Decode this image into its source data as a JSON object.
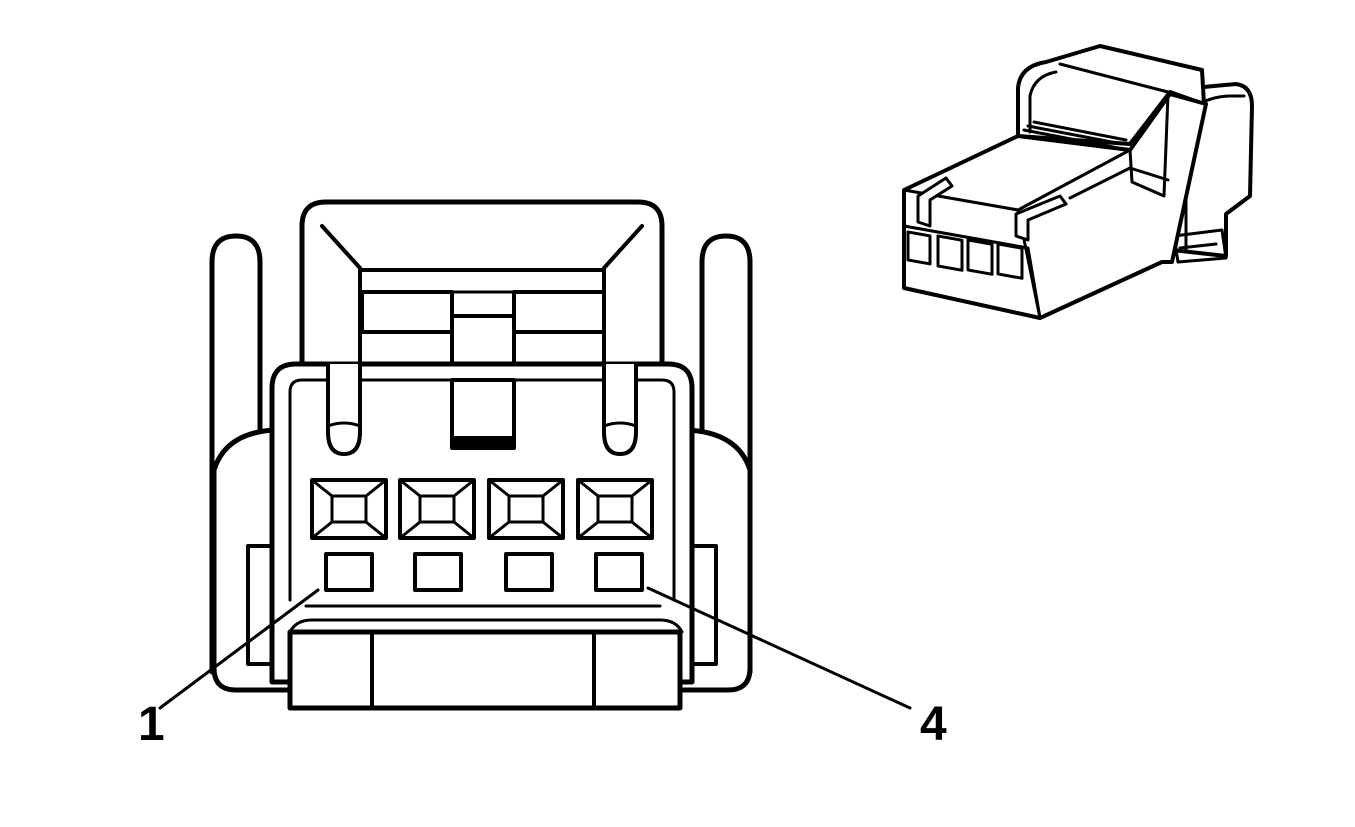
{
  "callouts": {
    "pin_first": "1",
    "pin_last": "4"
  },
  "pin_count": 4,
  "colors": {
    "line": "#000000",
    "background": "#ffffff"
  }
}
